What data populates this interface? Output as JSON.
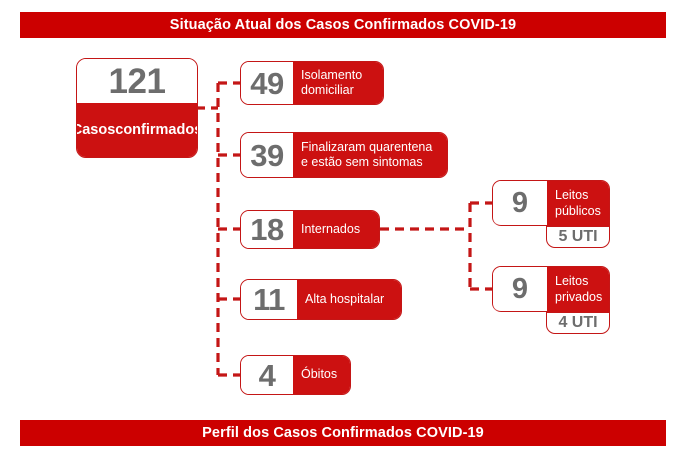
{
  "banners": {
    "top": "Situação Atual dos Casos Confirmados COVID-19",
    "bottom": "Perfil dos Casos Confirmados COVID-19"
  },
  "colors": {
    "banner_red": "#CC0000",
    "box_red": "#CC1111",
    "border_red": "#C41616",
    "number_gray": "#6D6D6D",
    "background": "#FFFFFF"
  },
  "chart_data": {
    "type": "diagram",
    "title": "Situação Atual dos Casos Confirmados COVID-19",
    "root": {
      "value": 121,
      "label": "Casos confirmados"
    },
    "categories": [
      "Isolamento domiciliar",
      "Finalizaram quarentena e estão sem sintomas",
      "Internados",
      "Alta hospitalar",
      "Óbitos"
    ],
    "values": [
      49,
      39,
      18,
      11,
      4
    ],
    "sub_breakdown": {
      "parent": "Internados",
      "parent_value": 18,
      "categories": [
        "Leitos públicos",
        "Leitos privados"
      ],
      "values": [
        9,
        9
      ],
      "icu": {
        "labels": [
          "5 UTI",
          "4 UTI"
        ],
        "values": [
          5,
          4
        ]
      }
    }
  },
  "root_node": {
    "number": "121",
    "label_line1": "Casos",
    "label_line2": "confirmados"
  },
  "branches": [
    {
      "number": "49",
      "line1": "Isolamento",
      "line2": "domiciliar"
    },
    {
      "number": "39",
      "line1": "Finalizaram quarentena",
      "line2": "e estão sem sintomas"
    },
    {
      "number": "18",
      "line1": "Internados",
      "line2": ""
    },
    {
      "number": "11",
      "line1": "Alta hospitalar",
      "line2": ""
    },
    {
      "number": "4",
      "line1": "Óbitos",
      "line2": ""
    }
  ],
  "beds": [
    {
      "number": "9",
      "line1": "Leitos",
      "line2": "públicos",
      "uti": "5 UTI"
    },
    {
      "number": "9",
      "line1": "Leitos",
      "line2": "privados",
      "uti": "4 UTI"
    }
  ]
}
